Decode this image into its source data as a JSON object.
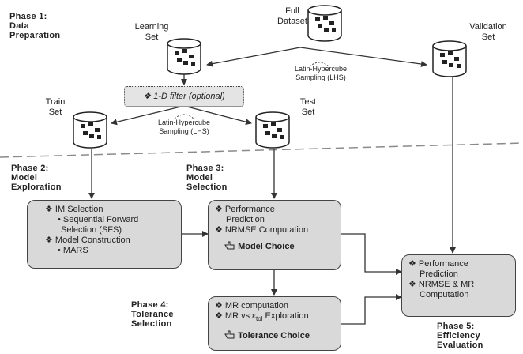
{
  "phases": {
    "p1": {
      "title": "Phase 1:",
      "line1": "Data",
      "line2": "Preparation"
    },
    "p2": {
      "title": "Phase 2:",
      "line1": "Model",
      "line2": "Exploration"
    },
    "p3": {
      "title": "Phase 3:",
      "line1": "Model",
      "line2": "Selection"
    },
    "p4": {
      "title": "Phase 4:",
      "line1": "Tolerance",
      "line2": "Selection"
    },
    "p5": {
      "title": "Phase 5:",
      "line1": "Efficiency",
      "line2": "Evaluation"
    }
  },
  "datasets": {
    "full": {
      "line1": "Full",
      "line2": "Dataset"
    },
    "learning": {
      "line1": "Learning",
      "line2": "Set"
    },
    "validation": {
      "line1": "Validation",
      "line2": "Set"
    },
    "train": {
      "line1": "Train",
      "line2": "Set"
    },
    "test": {
      "line1": "Test",
      "line2": "Set"
    }
  },
  "filter_label": "❖ 1-D filter (optional)",
  "lhs": {
    "line1": "Latin-Hypercube",
    "line2": "Sampling (LHS)"
  },
  "box_exploration": {
    "im_selection": "❖ IM Selection",
    "sfs_1": "• Sequential Forward",
    "sfs_2": "Selection (SFS)",
    "model_construction": "❖ Model Construction",
    "mars": "• MARS"
  },
  "box_selection": {
    "perf_1": "❖ Performance",
    "perf_2": "Prediction",
    "nrmse": "❖ NRMSE Computation",
    "choice": "Model Choice"
  },
  "box_tolerance": {
    "mr": "❖ MR computation",
    "explore_pre": "❖ MR vs ε",
    "explore_sub": "tol",
    "explore_post": " Exploration",
    "choice": "Tolerance Choice"
  },
  "box_efficiency": {
    "perf_1": "❖ Performance",
    "perf_2": "Prediction",
    "nrmse_1": "❖ NRMSE & MR",
    "nrmse_2": "Computation"
  },
  "colors": {
    "box_fill": "#d9d9d9",
    "filter_fill": "#e4e4e4",
    "line": "#333333",
    "dashed_separator": "#8a8a8a"
  },
  "icons": {
    "dataset": "database-cylinder-icon",
    "choice": "hand-pointer-icon"
  }
}
